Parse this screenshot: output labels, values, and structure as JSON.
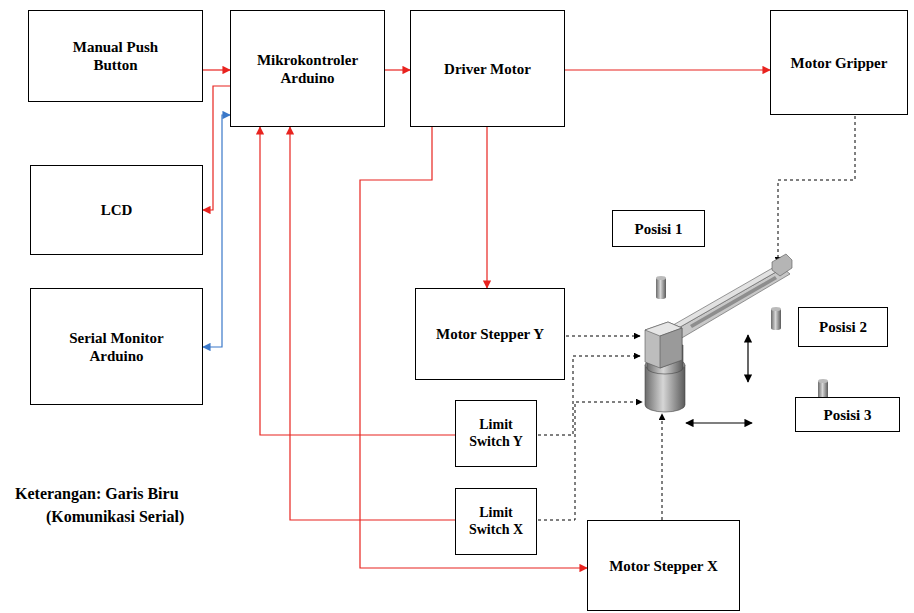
{
  "diagram": {
    "nodes": [
      {
        "text": [
          "Manual Push Button"
        ]
      },
      {
        "text": [
          "Mikrokontroler Arduino"
        ]
      },
      {
        "text": [
          "Driver Motor"
        ]
      },
      {
        "text": [
          "Motor Gripper"
        ]
      },
      {
        "text": [
          "LCD"
        ]
      },
      {
        "text": [
          "Posisi 1"
        ]
      },
      {
        "text": [
          "Serial Monitor Arduino"
        ]
      },
      {
        "text": [
          "Motor Stepper Y"
        ]
      },
      {
        "text": [
          "Posisi 2"
        ]
      },
      {
        "text": [
          "Limit Switch Y"
        ]
      },
      {
        "text": [
          "Posisi 3"
        ]
      },
      {
        "text": [
          "Limit Switch X"
        ]
      },
      {
        "text": [
          "Motor Stepper X"
        ]
      }
    ],
    "edges": [
      {
        "from": 0,
        "to": 1,
        "arrow": "to"
      },
      {
        "from": 1,
        "to": 4,
        "arrow": "to"
      },
      {
        "from": 1,
        "to": 6,
        "arrow": "both"
      },
      {
        "from": 1,
        "to": 2,
        "arrow": "to"
      },
      {
        "from": 2,
        "to": 3,
        "arrow": "to"
      },
      {
        "from": 2,
        "to": 7,
        "arrow": "to"
      },
      {
        "from": 2,
        "to": 12,
        "arrow": "to"
      },
      {
        "from": 9,
        "to": 1,
        "arrow": "to"
      },
      {
        "from": 11,
        "to": 1,
        "arrow": "to"
      }
    ],
    "labels": [
      "Keterangan: Garis Biru",
      "(Komunikasi Serial)"
    ]
  }
}
